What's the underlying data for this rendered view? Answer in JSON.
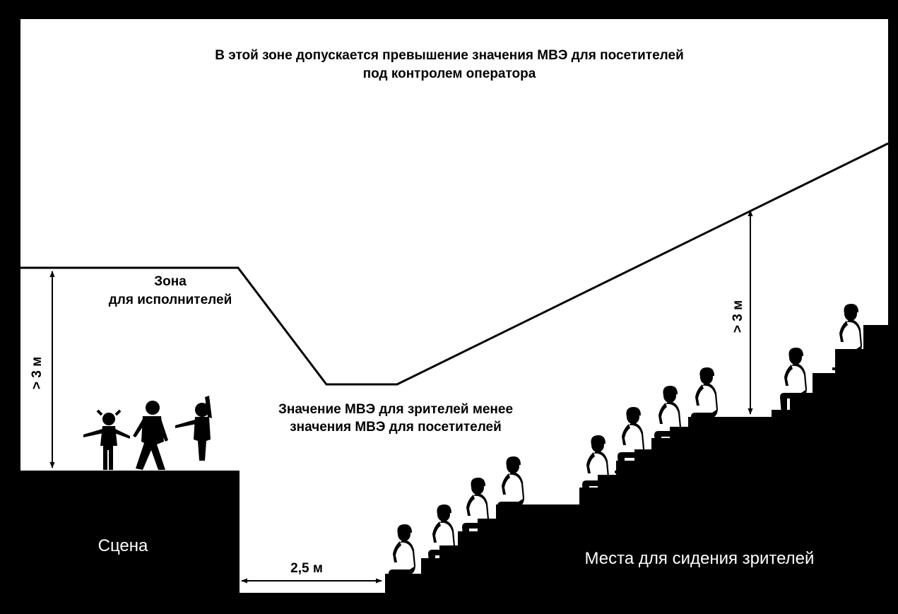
{
  "top_zone": {
    "line1": "В этой зоне допускается превышение значения МВЭ для посетителей",
    "line2": "под контролем оператора"
  },
  "performer_zone": {
    "line1": "Зона",
    "line2": "для исполнителей"
  },
  "audience_note": {
    "line1": "Значение МВЭ для зрителей менее",
    "line2": "значения МВЭ для посетителей"
  },
  "stage_label": "Сцена",
  "seats_label": "Места для сидения зрителей",
  "dimensions": {
    "stage_height": "> 3 м",
    "gap_width": "2,5 м",
    "audience_height": "> 3 м"
  },
  "colors": {
    "background": "#ffffff",
    "frame": "#000000",
    "silhouette": "#000000"
  }
}
